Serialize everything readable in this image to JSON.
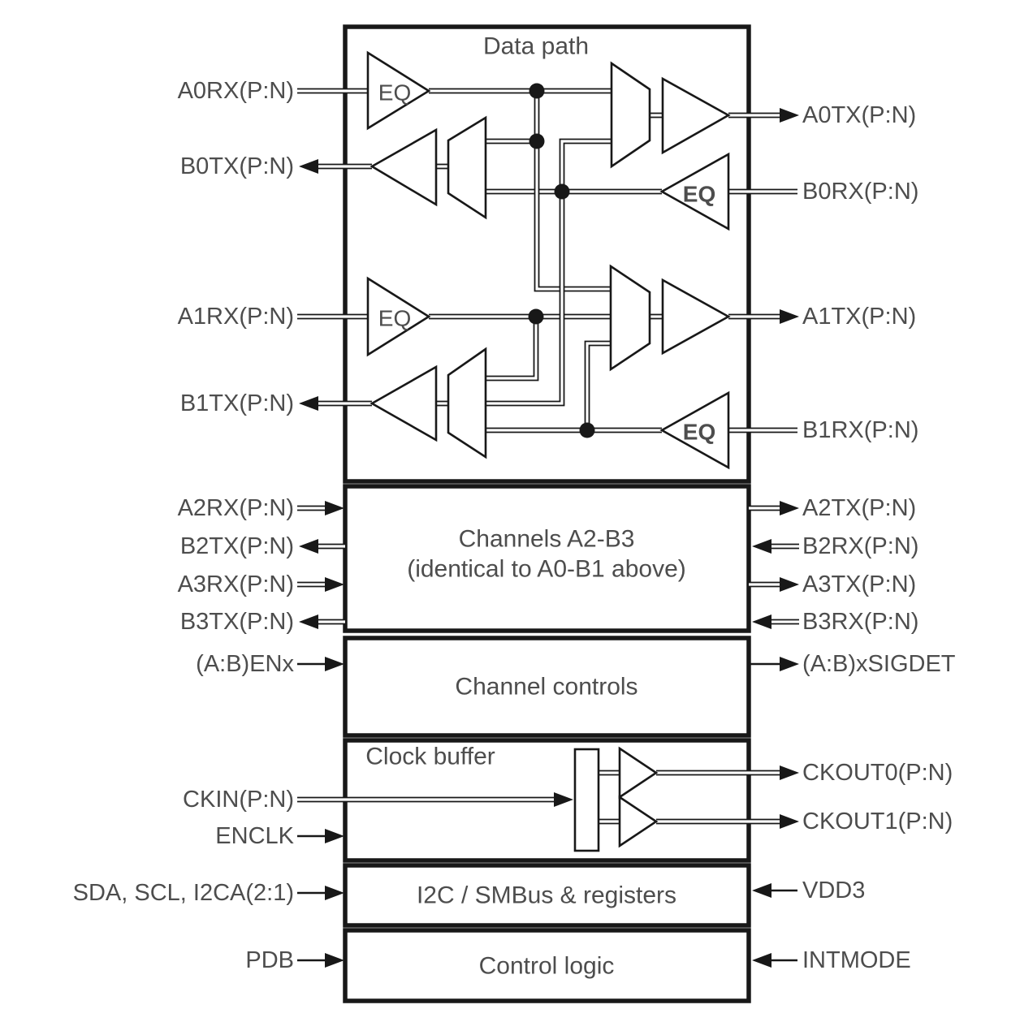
{
  "blocks": {
    "data_path": {
      "title": "Data path"
    },
    "channels_a2_b3": {
      "line1": "Channels A2-B3",
      "line2": "(identical to A0-B1 above)"
    },
    "channel_controls": {
      "title": "Channel controls"
    },
    "clock_buffer": {
      "title": "Clock buffer"
    },
    "i2c_smbus": {
      "title": "I2C / SMBus & registers"
    },
    "control_logic": {
      "title": "Control logic"
    }
  },
  "eq": {
    "label": "EQ"
  },
  "left_ports": {
    "a0rx": "A0RX(P:N)",
    "b0tx": "B0TX(P:N)",
    "a1rx": "A1RX(P:N)",
    "b1tx": "B1TX(P:N)",
    "a2rx": "A2RX(P:N)",
    "b2tx": "B2TX(P:N)",
    "a3rx": "A3RX(P:N)",
    "b3tx": "B3TX(P:N)",
    "en": "(A:B)ENx",
    "ckin": "CKIN(P:N)",
    "enclk": "ENCLK",
    "i2c": "SDA, SCL, I2CA(2:1)",
    "pdb": "PDB"
  },
  "right_ports": {
    "a0tx": "A0TX(P:N)",
    "b0rx": "B0RX(P:N)",
    "a1tx": "A1TX(P:N)",
    "b1rx": "B1RX(P:N)",
    "a2tx": "A2TX(P:N)",
    "b2rx": "B2RX(P:N)",
    "a3tx": "A3TX(P:N)",
    "b3rx": "B3RX(P:N)",
    "sigdet": "(A:B)xSIGDET",
    "ckout0": "CKOUT0(P:N)",
    "ckout1": "CKOUT1(P:N)",
    "vdd3": "VDD3",
    "intmode": "INTMODE"
  },
  "colors": {
    "line": "#181818",
    "text": "#4d4d4d",
    "background": "#ffffff"
  }
}
